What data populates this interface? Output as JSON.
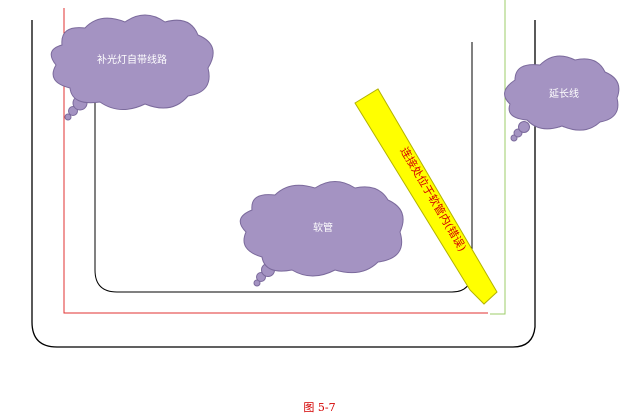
{
  "callouts": {
    "fill_light_wiring": "补光灯自带线路",
    "extension_wire": "延长线",
    "hose": "软管"
  },
  "arrow_note": "连接处位于软管内(错误)",
  "caption": "图 5-7",
  "colors": {
    "cloud_fill": "#a493c2",
    "cloud_stroke": "#7b6a9c",
    "arrow_fill": "#ffff00",
    "arrow_stroke": "#b3b300",
    "arrow_text": "#d40000",
    "red_wire": "#e03030",
    "green_wire": "#9ccc6a",
    "outline": "#000000"
  }
}
